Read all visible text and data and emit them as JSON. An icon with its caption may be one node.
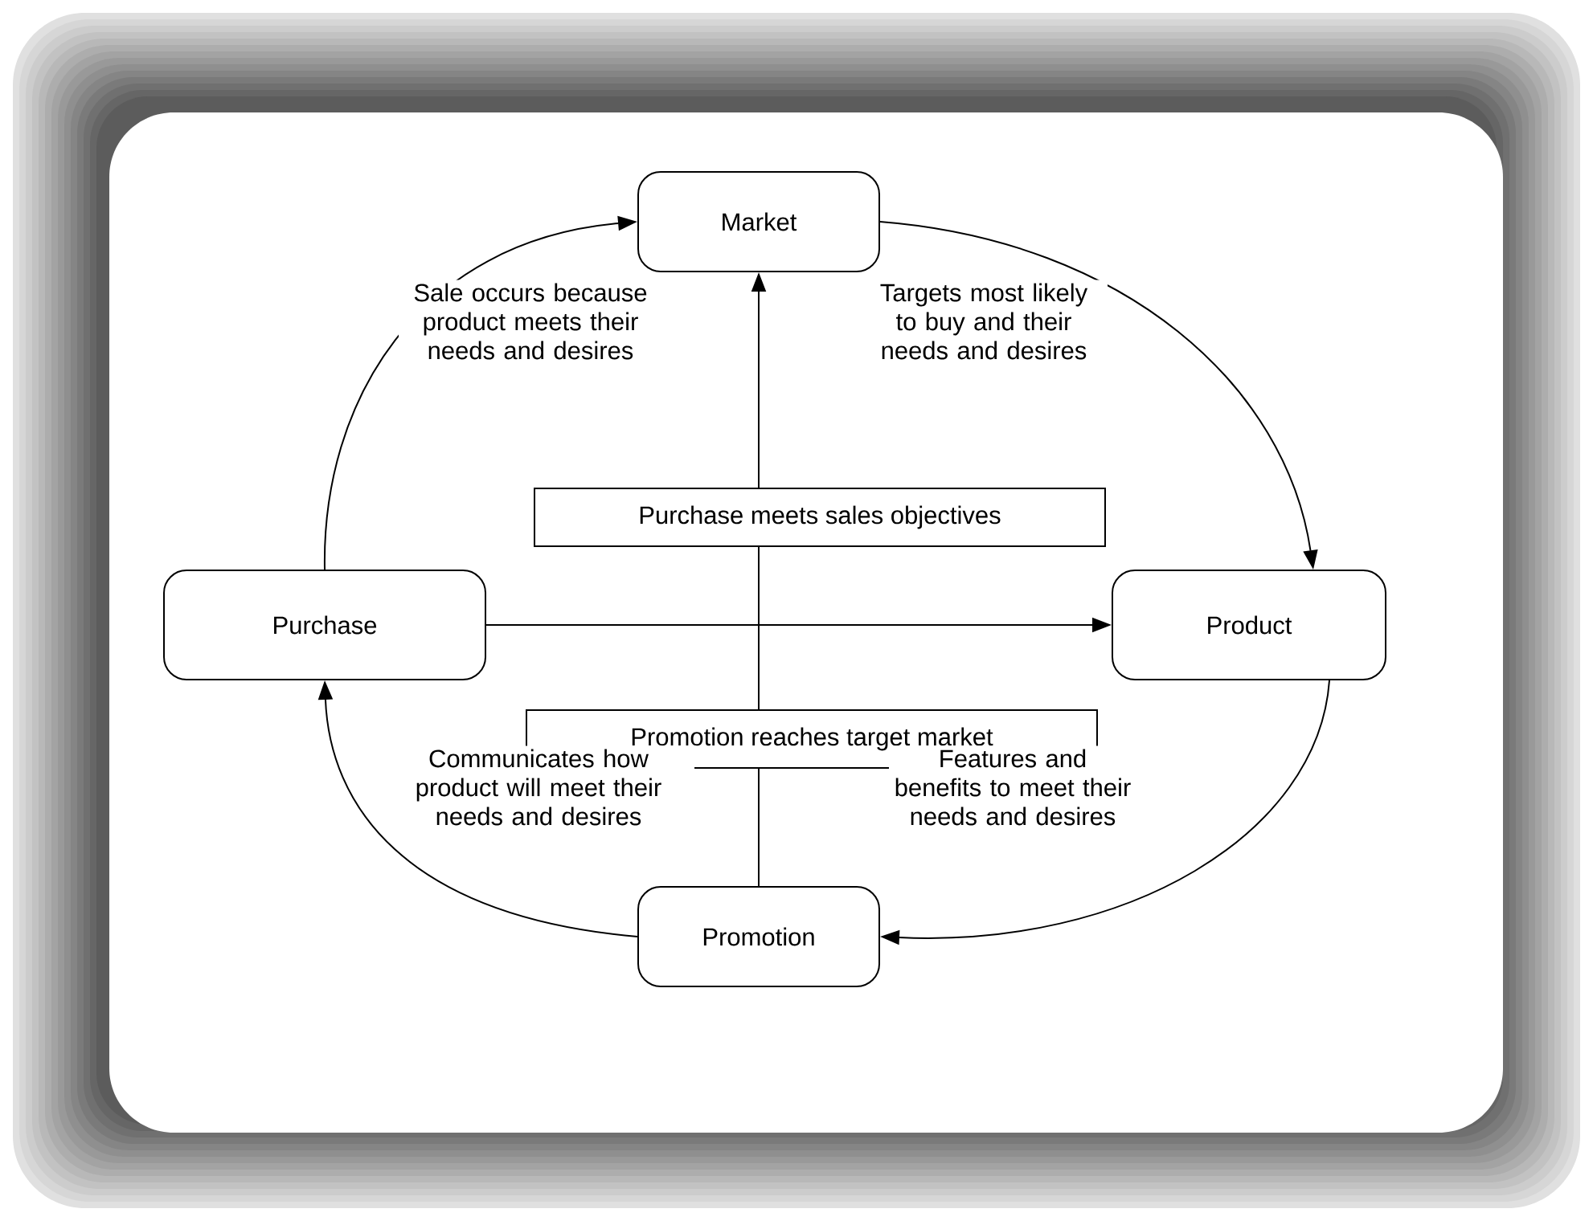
{
  "diagram": {
    "nodes": [
      {
        "text": [
          "Market"
        ]
      },
      {
        "text": [
          "Purchase"
        ]
      },
      {
        "text": [
          "Product"
        ]
      },
      {
        "text": [
          "Promotion"
        ]
      },
      {
        "text": [
          "Purchase meets sales objectives"
        ]
      },
      {
        "text": [
          "Promotion reaches target market"
        ]
      }
    ],
    "edges": [
      {
        "from": 0,
        "to": 2,
        "arrow": "to",
        "label": "Targets most likely to buy and their needs and desires"
      },
      {
        "from": 2,
        "to": 3,
        "arrow": "to",
        "label": "Features and benefits to meet their needs and desires"
      },
      {
        "from": 3,
        "to": 1,
        "arrow": "to",
        "label": "Communicates how product will meet their needs and desires"
      },
      {
        "from": 1,
        "to": 0,
        "arrow": "to",
        "label": "Sale occurs because product meets their needs and desires"
      },
      {
        "from": 1,
        "to": 2,
        "arrow": "to"
      },
      {
        "from": 3,
        "to": 5,
        "arrow": "none"
      },
      {
        "from": 5,
        "to": 4,
        "arrow": "none"
      },
      {
        "from": 4,
        "to": 0,
        "arrow": "to"
      }
    ]
  }
}
